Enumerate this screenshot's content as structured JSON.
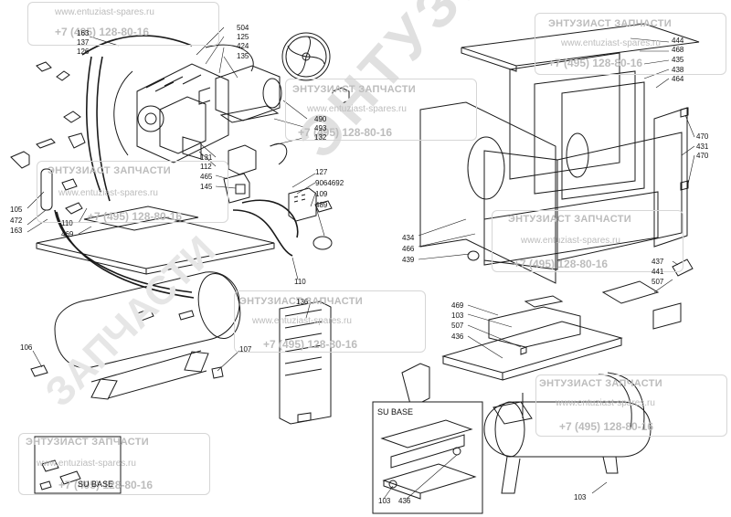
{
  "watermark": {
    "brand": "ЭНТУЗИАСТ ЗАПЧАСТИ",
    "url": "www.entuziast-spares.ru",
    "phone": "+7 (495) 128-80-16",
    "diagonal": "ЭНТУЗИАСТ",
    "diagonal_small": "ЗАПЧАСТИ"
  },
  "insets": {
    "su_base_left": "SU BASE",
    "su_base_right": "SU BASE"
  },
  "callouts": {
    "c163a": "163",
    "c137": "137",
    "c126": "126",
    "c504": "504",
    "c125": "125",
    "c424": "424",
    "c135": "135",
    "c490": "490",
    "c493": "493",
    "c132": "132",
    "c131": "131",
    "c112": "112",
    "c465": "465",
    "c145": "145",
    "c127": "127",
    "c9064692": "9064692",
    "c109": "109",
    "c489": "489",
    "c105": "105",
    "c472": "472",
    "c163b": "163",
    "c110a": "110",
    "c469a": "469",
    "c110b": "110",
    "c136": "136",
    "c106": "106",
    "c107": "107",
    "c444": "444",
    "c468": "468",
    "c435": "435",
    "c438": "438",
    "c464": "464",
    "c470a": "470",
    "c431": "431",
    "c470b": "470",
    "c434": "434",
    "c466": "466",
    "c439": "439",
    "c437": "437",
    "c441": "441",
    "c507a": "507",
    "c469b": "469",
    "c103a": "103",
    "c507b": "507",
    "c436a": "436",
    "c103b": "103",
    "c436b": "436",
    "c103c": "103"
  }
}
